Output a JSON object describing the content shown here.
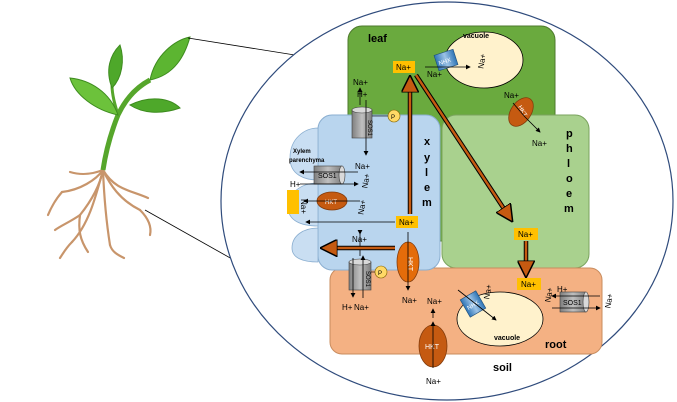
{
  "regions": {
    "leaf": "leaf",
    "xylem": [
      "x",
      "y",
      "l",
      "e",
      "m"
    ],
    "phloem": [
      "p",
      "h",
      "l",
      "o",
      "e",
      "m"
    ],
    "root": "root",
    "soil": "soil",
    "xylem_parenchyma": [
      "Xylem",
      "parenchyma"
    ]
  },
  "labels": {
    "vacuole_leaf": "vacuole",
    "vacuole_root": "vacuole",
    "nhx_leaf": "NHX",
    "nhx_root": "NHX",
    "sos1": "SOS1",
    "hkt": "HKT",
    "p": "P",
    "na_plus": "Na+",
    "h_plus": "H+"
  },
  "colors": {
    "leaf": "#6aaa3e",
    "xylem": "#b9d5ee",
    "phloem": "#a9d18e",
    "root": "#f4b183",
    "na_box": "#ffc000",
    "hkt": "#c55a11",
    "vacuole": "#fff2cc",
    "nhx": "#5b9bd5",
    "sos1": "#a6a6a6",
    "p_circle": "#ffd966"
  }
}
